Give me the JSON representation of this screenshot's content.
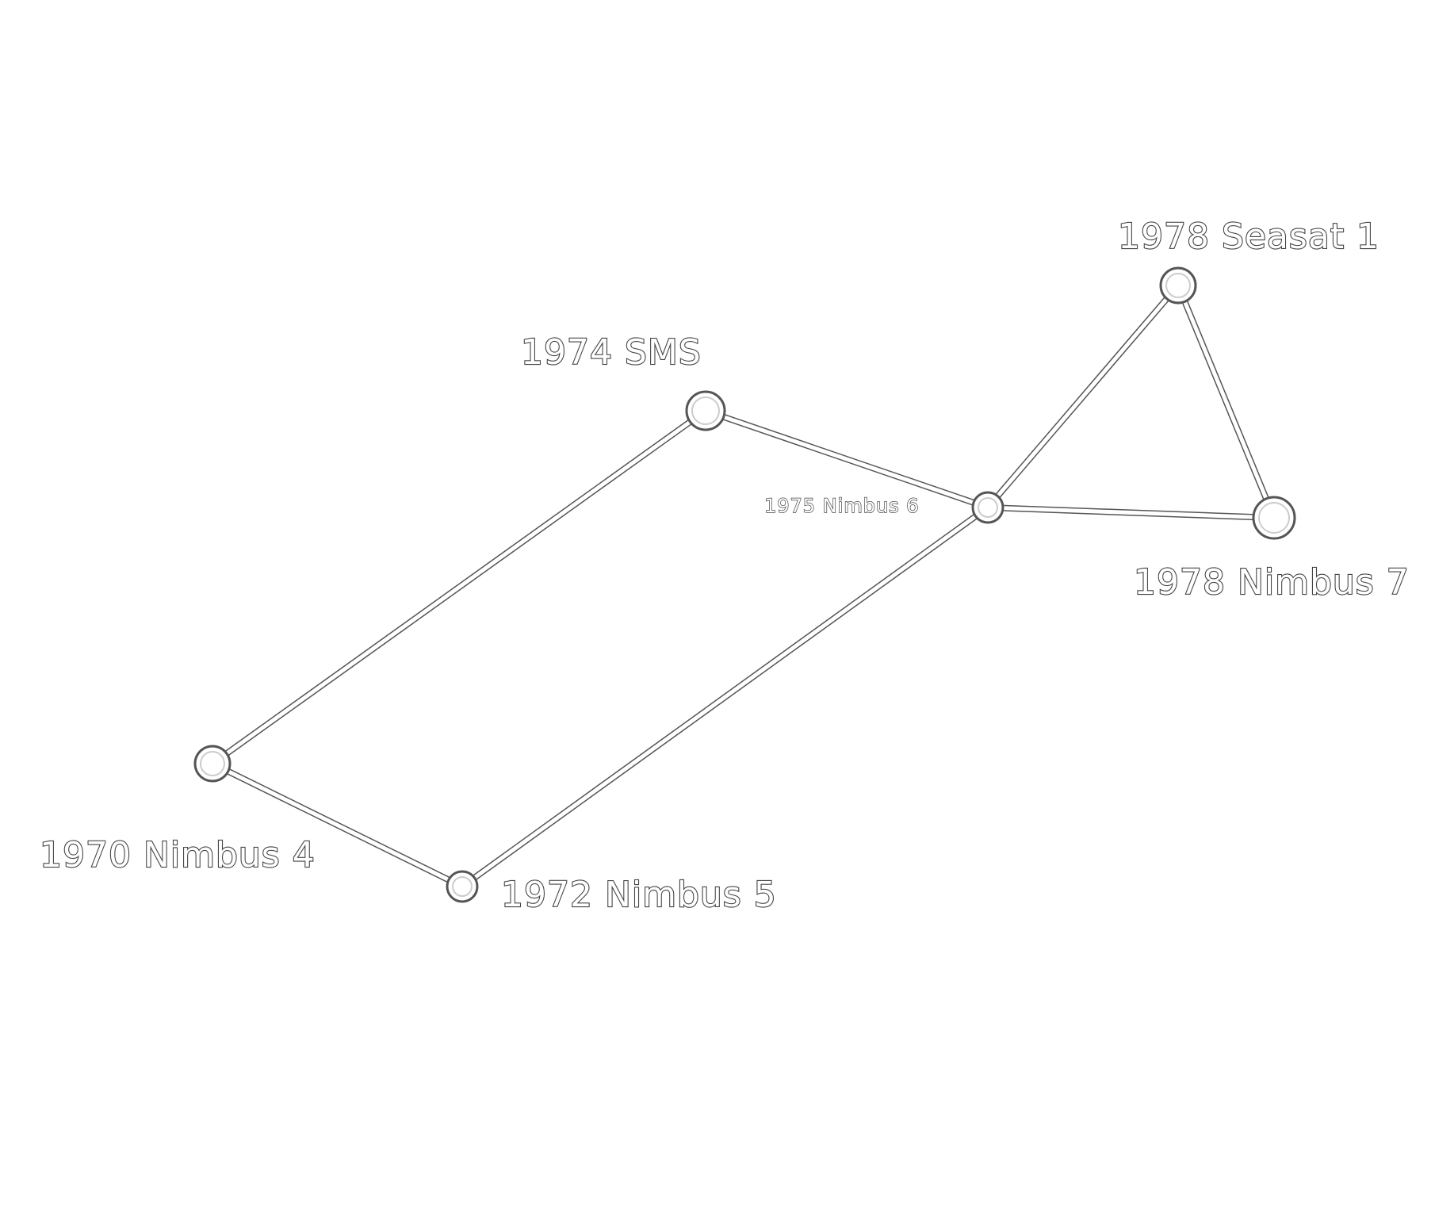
{
  "diagram": {
    "nodes": [
      {
        "id": "nimbus4",
        "label": "1970 Nimbus 4"
      },
      {
        "id": "nimbus5",
        "label": "1972 Nimbus 5"
      },
      {
        "id": "sms",
        "label": "1974 SMS"
      },
      {
        "id": "nimbus6",
        "label": "1975 Nimbus 6"
      },
      {
        "id": "seasat1",
        "label": "1978 Seasat 1"
      },
      {
        "id": "nimbus7",
        "label": "1978 Nimbus 7"
      }
    ],
    "edges": [
      {
        "from": "nimbus4",
        "to": "sms"
      },
      {
        "from": "nimbus4",
        "to": "nimbus5"
      },
      {
        "from": "nimbus5",
        "to": "nimbus6"
      },
      {
        "from": "sms",
        "to": "nimbus6"
      },
      {
        "from": "nimbus6",
        "to": "seasat1"
      },
      {
        "from": "nimbus6",
        "to": "nimbus7"
      },
      {
        "from": "seasat1",
        "to": "nimbus7"
      }
    ]
  }
}
